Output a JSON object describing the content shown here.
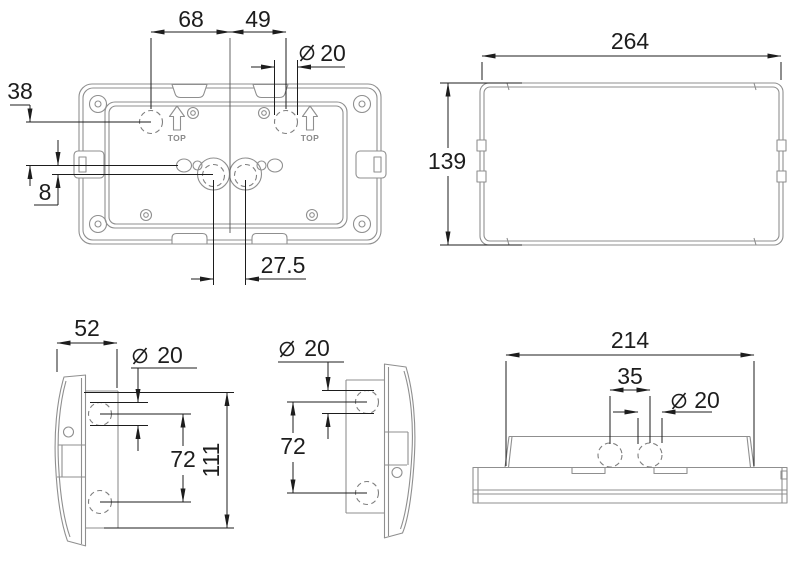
{
  "drawing": {
    "background_color": "#ffffff",
    "part_line_color": "#8f8f8f",
    "dimension_color": "#1d1d1d",
    "diameter_symbol": "Ø",
    "views": {
      "back": {
        "orientation_label": "TOP",
        "dims": {
          "hole_left_to_center": "68",
          "center_to_hole_right": "49",
          "hole_diameter": "20",
          "top_offset": "38",
          "latch_offset": "8",
          "knockout_spacing": "27.5"
        }
      },
      "front": {
        "dims": {
          "width": "264",
          "height": "139"
        }
      },
      "side_left": {
        "dims": {
          "depth": "52",
          "hole_diameter": "20",
          "hole_spacing": "72",
          "height": "111"
        }
      },
      "side_right": {
        "dims": {
          "hole_diameter": "20",
          "hole_spacing": "72"
        }
      },
      "bottom": {
        "dims": {
          "body_width": "214",
          "hole_spacing": "35",
          "hole_diameter": "20"
        }
      }
    }
  }
}
